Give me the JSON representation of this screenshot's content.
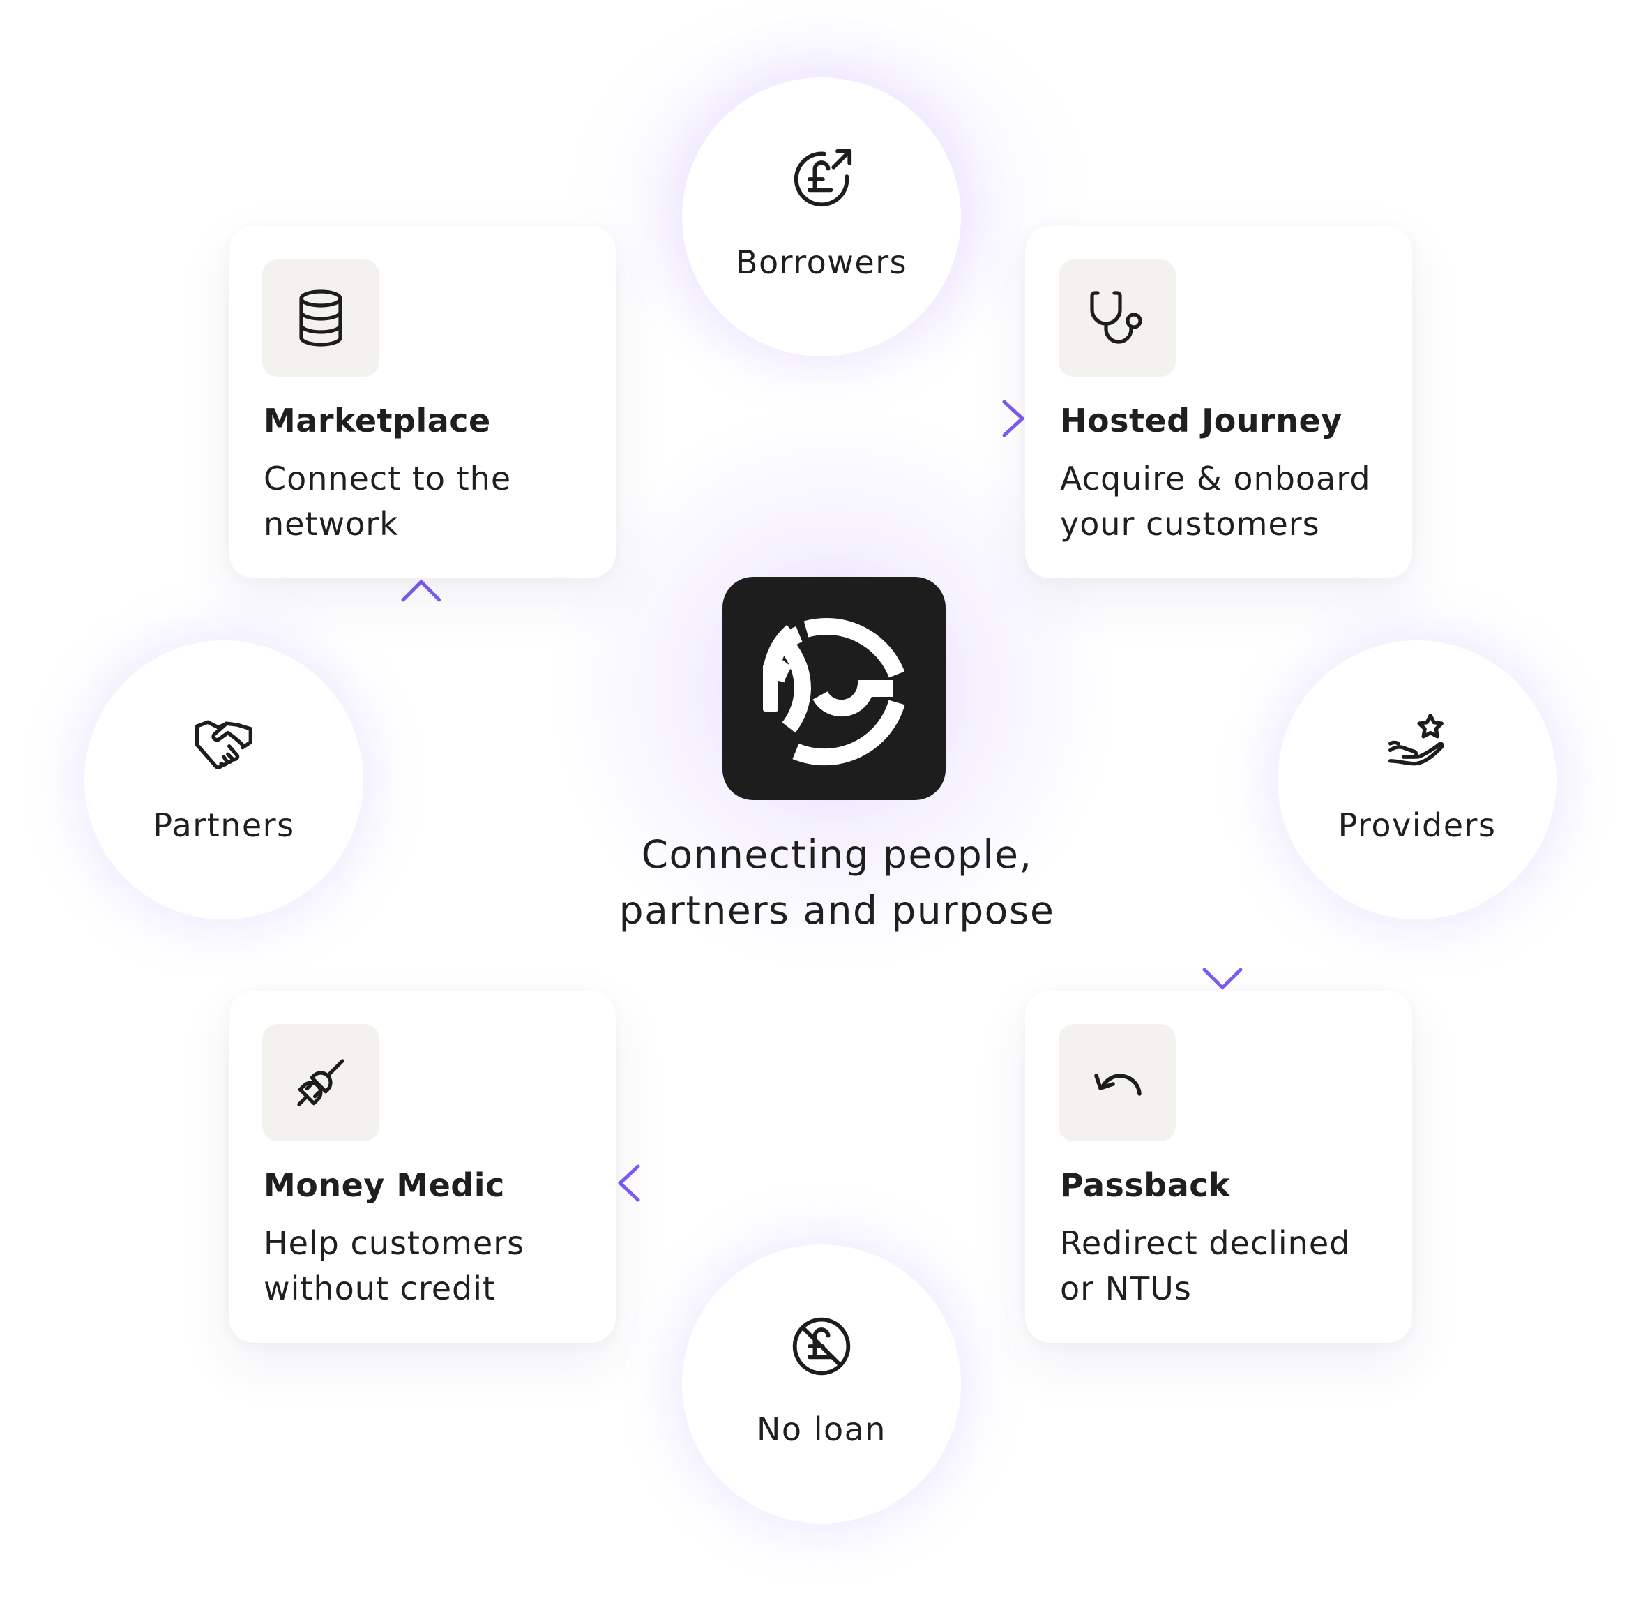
{
  "center": {
    "tagline_line1": "Connecting people,",
    "tagline_line2": "partners and purpose"
  },
  "cards": {
    "marketplace": {
      "title": "Marketplace",
      "desc_line1": "Connect to the",
      "desc_line2": "network"
    },
    "hosted_journey": {
      "title": "Hosted Journey",
      "desc_line1": "Acquire & onboard",
      "desc_line2": "your customers"
    },
    "money_medic": {
      "title": "Money Medic",
      "desc_line1": "Help customers",
      "desc_line2": "without credit"
    },
    "passback": {
      "title": "Passback",
      "desc_line1": "Redirect declined",
      "desc_line2": "or NTUs"
    }
  },
  "circles": {
    "borrowers": {
      "label": "Borrowers"
    },
    "providers": {
      "label": "Providers"
    },
    "partners": {
      "label": "Partners"
    },
    "no_loan": {
      "label": "No loan"
    }
  },
  "colors": {
    "accent": "#7b5cf0",
    "card_icon_bg": "#f4f2ee",
    "logo_bg": "#1d1d1d",
    "text": "#1f1f1f"
  },
  "icons": {
    "borrowers": "pound-coin-arrow-icon",
    "providers": "hand-star-icon",
    "partners": "handshake-icon",
    "no_loan": "no-pound-icon",
    "marketplace": "database-icon",
    "hosted_journey": "stethoscope-icon",
    "money_medic": "plug-icon",
    "passback": "undo-arrow-icon"
  }
}
